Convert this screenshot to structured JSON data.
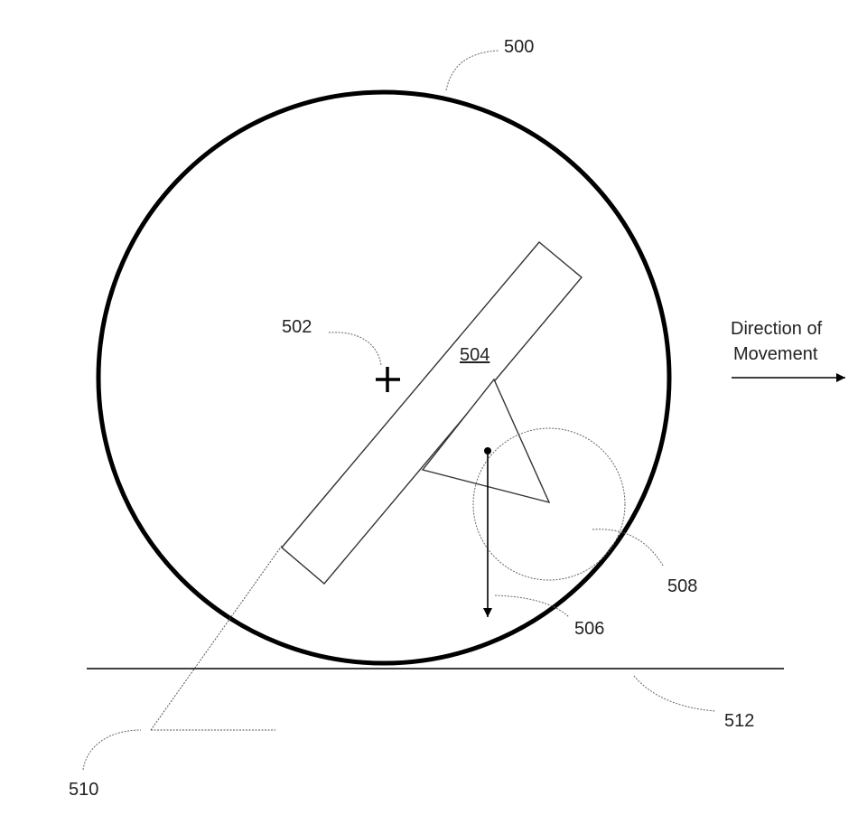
{
  "colors": {
    "ink": "#000000",
    "thin_ink": "#555555",
    "background": "#ffffff"
  },
  "labels": {
    "l500": "500",
    "l502": "502",
    "l504": "504",
    "l506": "506",
    "l508": "508",
    "l510": "510",
    "l512": "512",
    "direction_line1": "Direction of",
    "direction_line2": "Movement"
  }
}
